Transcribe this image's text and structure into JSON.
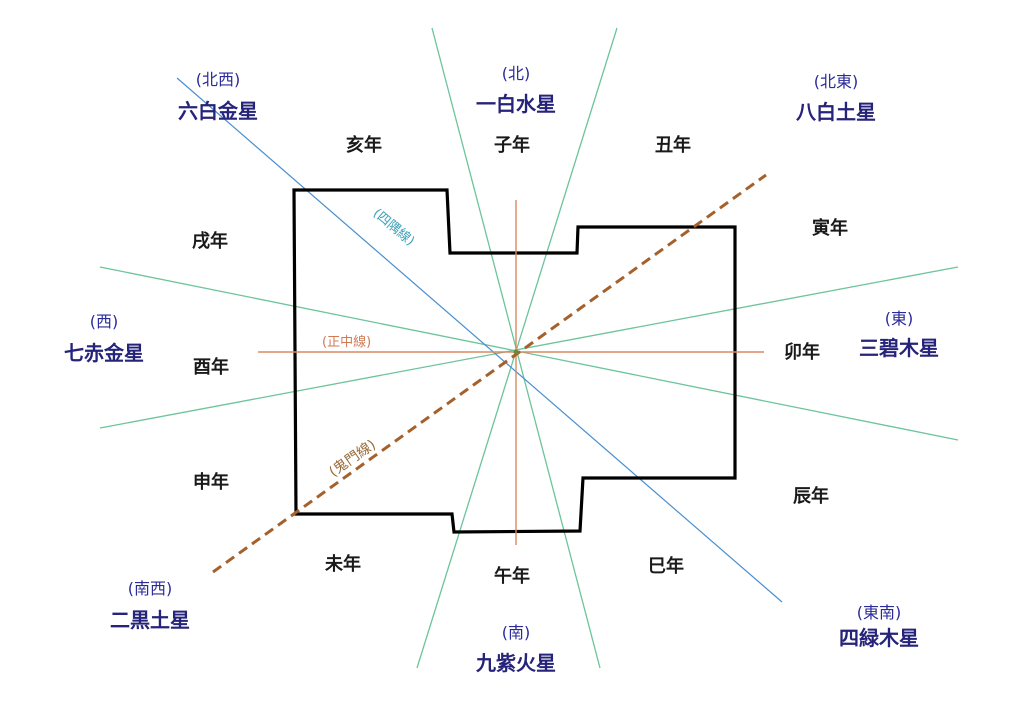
{
  "colors": {
    "background": "#ffffff",
    "floor_plan": "#000000",
    "sector_lines": "#6cc49a",
    "seichu_line": "#d98860",
    "kimon_line": "#a5612b",
    "yonsumi_line": "#4a8fd0",
    "star_text": "#26237a",
    "direction_text": "#2a2a9a"
  },
  "line_labels": {
    "yonsumi": "(四隅線)",
    "seichu": "(正中線)",
    "kimon": "(鬼門線)"
  },
  "zodiac": {
    "ne_top": "丑年",
    "n": "子年",
    "nw_top": "亥年",
    "nw_side": "戌年",
    "w": "酉年",
    "sw_side": "申年",
    "sw_bottom": "未年",
    "s": "午年",
    "se_bottom": "巳年",
    "se_side": "辰年",
    "e": "卯年",
    "ne_side": "寅年"
  },
  "stars": {
    "north": {
      "direction": "(北)",
      "name": "一白水星"
    },
    "northeast": {
      "direction": "(北東)",
      "name": "八白土星"
    },
    "east": {
      "direction": "(東)",
      "name": "三碧木星"
    },
    "southeast": {
      "direction": "(東南)",
      "name": "四緑木星"
    },
    "south": {
      "direction": "(南)",
      "name": "九紫火星"
    },
    "southwest": {
      "direction": "(南西)",
      "name": "二黒土星"
    },
    "west": {
      "direction": "(西)",
      "name": "七赤金星"
    },
    "northwest": {
      "direction": "(北西)",
      "name": "六白金星"
    }
  }
}
